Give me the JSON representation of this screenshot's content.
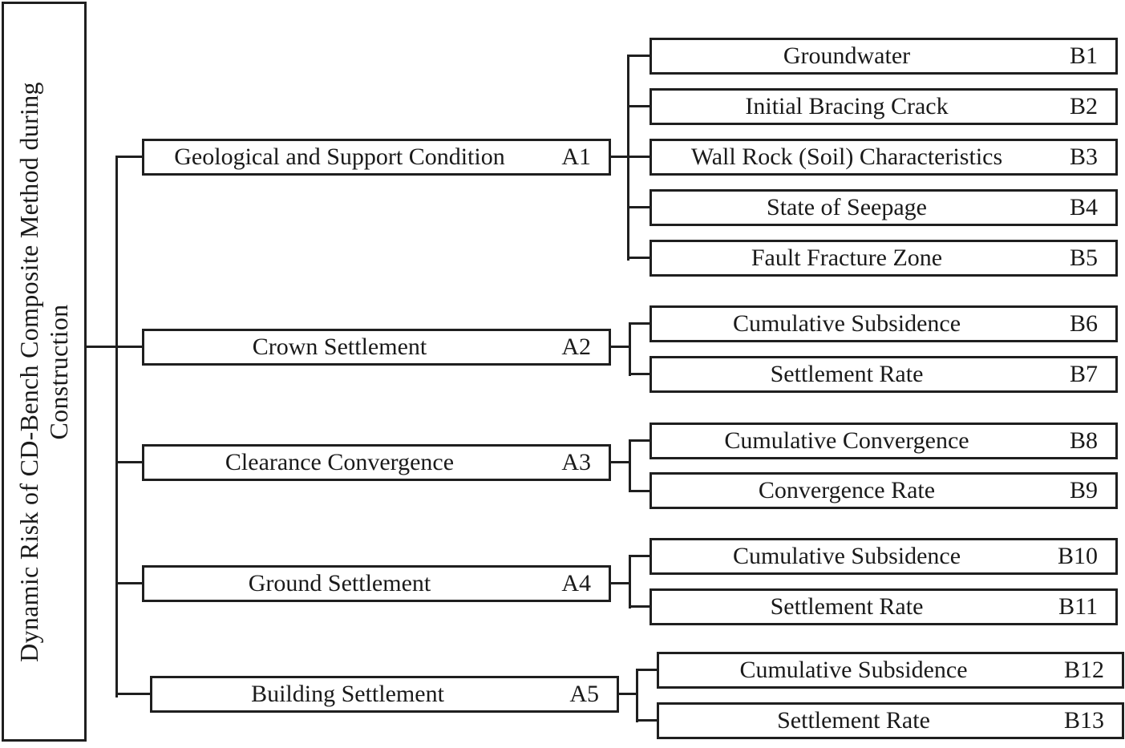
{
  "diagram": {
    "title": "Dynamic Risk of CD-Bench Composite Method during Construction",
    "root": {
      "label_line1": "Dynamic Risk of CD-Bench Composite Method during",
      "label_line2": "Construction"
    },
    "level_a": [
      {
        "code": "A1",
        "label": "Geological and Support Condition"
      },
      {
        "code": "A2",
        "label": "Crown Settlement"
      },
      {
        "code": "A3",
        "label": "Clearance Convergence"
      },
      {
        "code": "A4",
        "label": "Ground Settlement"
      },
      {
        "code": "A5",
        "label": "Building Settlement"
      }
    ],
    "level_b": [
      {
        "code": "B1",
        "label": "Groundwater",
        "parent": "A1"
      },
      {
        "code": "B2",
        "label": "Initial Bracing Crack",
        "parent": "A1"
      },
      {
        "code": "B3",
        "label": "Wall Rock (Soil) Characteristics",
        "parent": "A1"
      },
      {
        "code": "B4",
        "label": "State of Seepage",
        "parent": "A1"
      },
      {
        "code": "B5",
        "label": "Fault Fracture Zone",
        "parent": "A1"
      },
      {
        "code": "B6",
        "label": "Cumulative Subsidence",
        "parent": "A2"
      },
      {
        "code": "B7",
        "label": "Settlement Rate",
        "parent": "A2"
      },
      {
        "code": "B8",
        "label": "Cumulative Convergence",
        "parent": "A3"
      },
      {
        "code": "B9",
        "label": "Convergence Rate",
        "parent": "A3"
      },
      {
        "code": "B10",
        "label": "Cumulative Subsidence",
        "parent": "A4"
      },
      {
        "code": "B11",
        "label": "Settlement Rate",
        "parent": "A4"
      },
      {
        "code": "B12",
        "label": "Cumulative Subsidence",
        "parent": "A5"
      },
      {
        "code": "B13",
        "label": "Settlement Rate",
        "parent": "A5"
      }
    ],
    "colors": {
      "line": "#1f1f1f",
      "background": "#ffffff",
      "text": "#1a1a1a"
    }
  }
}
